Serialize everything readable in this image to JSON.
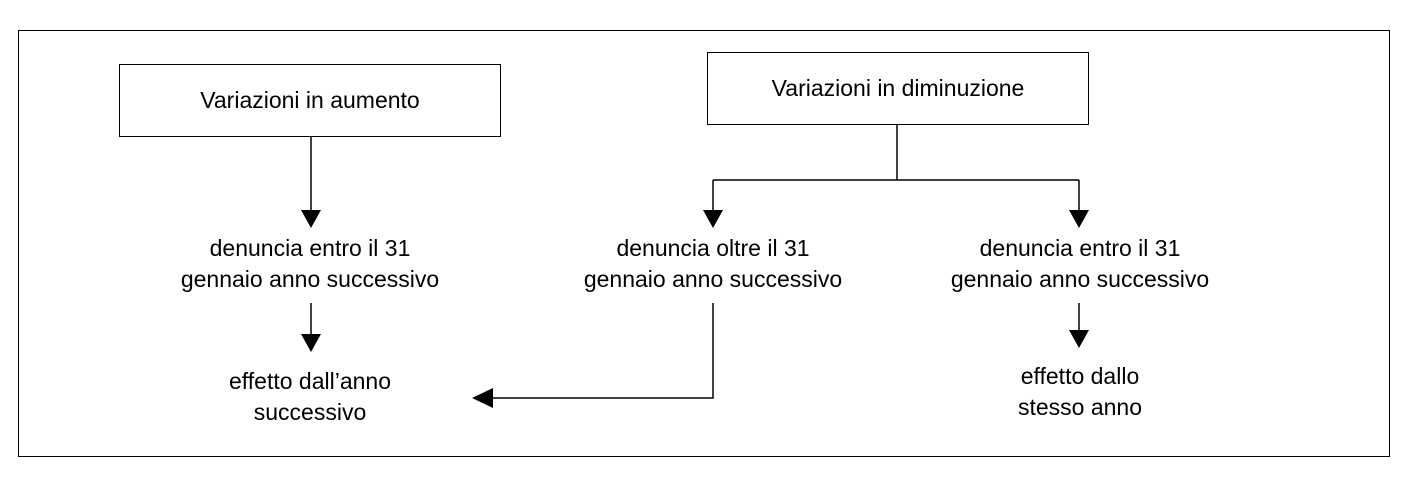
{
  "boxes": {
    "aumento": "Variazioni in aumento",
    "diminuzione": "Variazioni in diminuzione"
  },
  "labels": {
    "aumento_denuncia_line1": "denuncia entro il 31",
    "aumento_denuncia_line2": "gennaio anno successivo",
    "oltre_denuncia_line1": "denuncia oltre il 31",
    "oltre_denuncia_line2": "gennaio anno successivo",
    "entro_denuncia_line1": "denuncia entro il 31",
    "entro_denuncia_line2": "gennaio anno successivo",
    "effetto_successivo_line1": "effetto dall’anno",
    "effetto_successivo_line2": "successivo",
    "effetto_stesso_line1": "effetto dallo",
    "effetto_stesso_line2": "stesso anno"
  },
  "colors": {
    "stroke": "#000000",
    "background": "#ffffff"
  }
}
